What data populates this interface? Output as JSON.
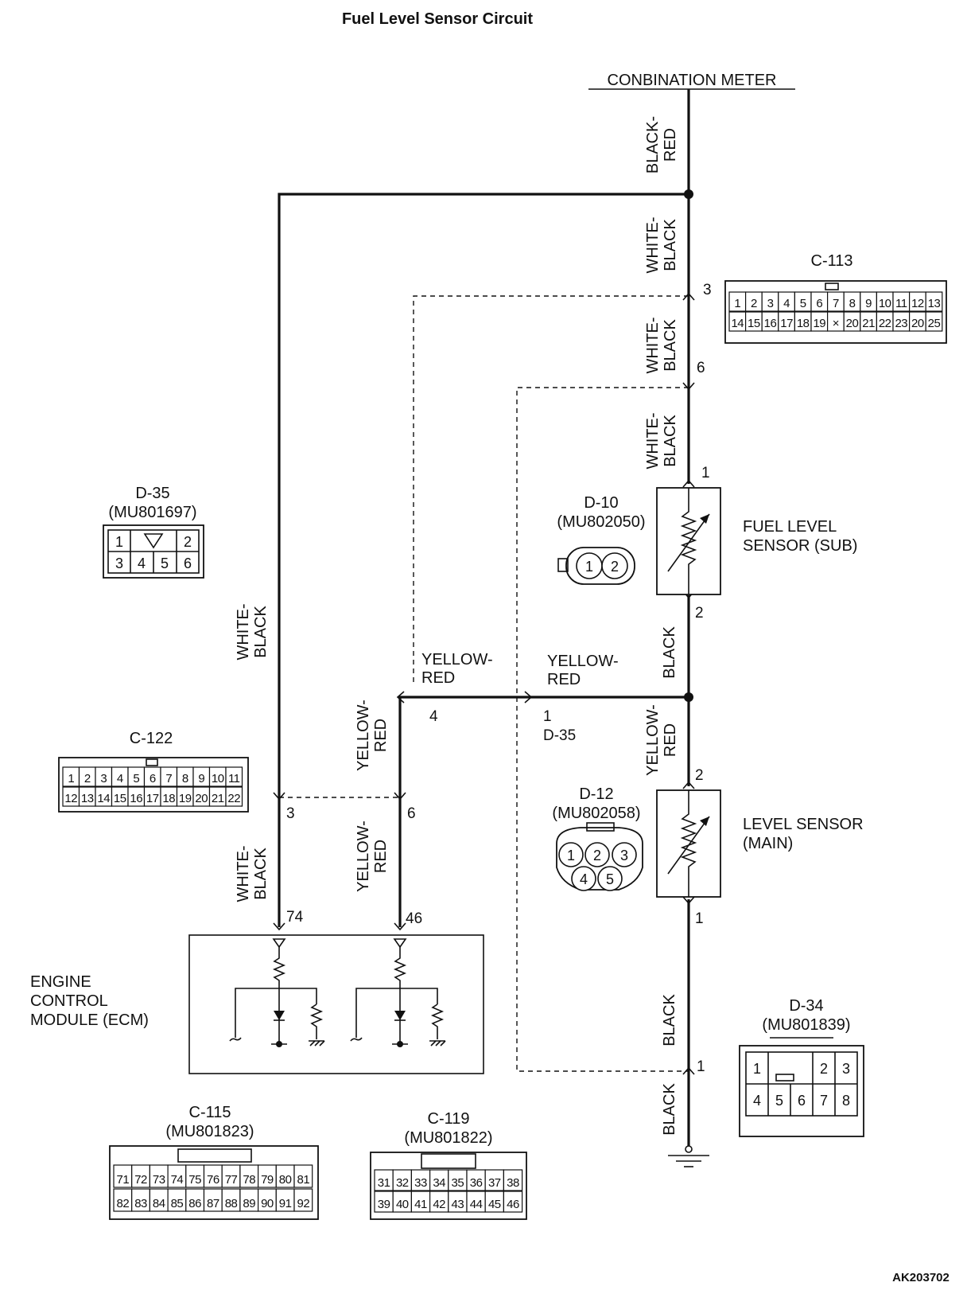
{
  "title": "Fuel Level Sensor Circuit",
  "footer_code": "AK203702",
  "combination_meter": "CONBINATION METER",
  "wires": {
    "black_red": [
      "BLACK-",
      "RED"
    ],
    "white_black": [
      "WHITE-",
      "BLACK"
    ],
    "black": "BLACK",
    "yellow_red_h": [
      "YELLOW-",
      "RED"
    ],
    "yellow_red_v": [
      "YELLOW-",
      "RED"
    ]
  },
  "pins": {
    "c113_3": "3",
    "c113_6": "6",
    "sub_1": "1",
    "sub_2": "2",
    "d35_4": "4",
    "d35_1": "1",
    "d35_label": "D-35",
    "main_2": "2",
    "main_1": "1",
    "c122_3": "3",
    "c122_6": "6",
    "ecm_74": "74",
    "ecm_46": "46",
    "d34_1": "1"
  },
  "components": {
    "fuel_sub": [
      "FUEL LEVEL",
      "SENSOR (SUB)"
    ],
    "level_main": [
      "LEVEL SENSOR",
      "(MAIN)"
    ],
    "ecm": [
      "ENGINE",
      "CONTROL",
      "MODULE (ECM)"
    ]
  },
  "connectors": {
    "c113": {
      "name": "C-113",
      "row1": [
        "1",
        "2",
        "3",
        "4",
        "5",
        "6",
        "7",
        "8",
        "9",
        "10",
        "11",
        "12",
        "13"
      ],
      "row2": [
        "14",
        "15",
        "16",
        "17",
        "18",
        "19",
        "×",
        "20",
        "21",
        "22",
        "23",
        "20",
        "25"
      ]
    },
    "d35": {
      "name": "D-35",
      "part": "(MU801697)",
      "row1": [
        "1",
        "",
        "",
        "2"
      ],
      "row2": [
        "3",
        "4",
        "5",
        "6"
      ]
    },
    "d10": {
      "name": "D-10",
      "part": "(MU802050)",
      "pins": [
        "1",
        "2"
      ]
    },
    "c122": {
      "name": "C-122",
      "row1": [
        "1",
        "2",
        "3",
        "4",
        "5",
        "6",
        "7",
        "8",
        "9",
        "10",
        "11"
      ],
      "row2": [
        "12",
        "13",
        "14",
        "15",
        "16",
        "17",
        "18",
        "19",
        "20",
        "21",
        "22"
      ]
    },
    "d12": {
      "name": "D-12",
      "part": "(MU802058)",
      "pins": [
        "1",
        "2",
        "3",
        "4",
        "5"
      ]
    },
    "d34": {
      "name": "D-34",
      "part": "(MU801839)",
      "row1": [
        "1",
        "",
        "",
        "2",
        "3"
      ],
      "row2": [
        "4",
        "5",
        "6",
        "7",
        "8"
      ]
    },
    "c115": {
      "name": "C-115",
      "part": "(MU801823)",
      "row1": [
        "71",
        "72",
        "73",
        "74",
        "75",
        "76",
        "77",
        "78",
        "79",
        "80",
        "81"
      ],
      "row2": [
        "82",
        "83",
        "84",
        "85",
        "86",
        "87",
        "88",
        "89",
        "90",
        "91",
        "92"
      ]
    },
    "c119": {
      "name": "C-119",
      "part": "(MU801822)",
      "row1": [
        "31",
        "32",
        "33",
        "34",
        "35",
        "36",
        "37",
        "38"
      ],
      "row2": [
        "39",
        "40",
        "41",
        "42",
        "43",
        "44",
        "45",
        "46"
      ]
    }
  }
}
